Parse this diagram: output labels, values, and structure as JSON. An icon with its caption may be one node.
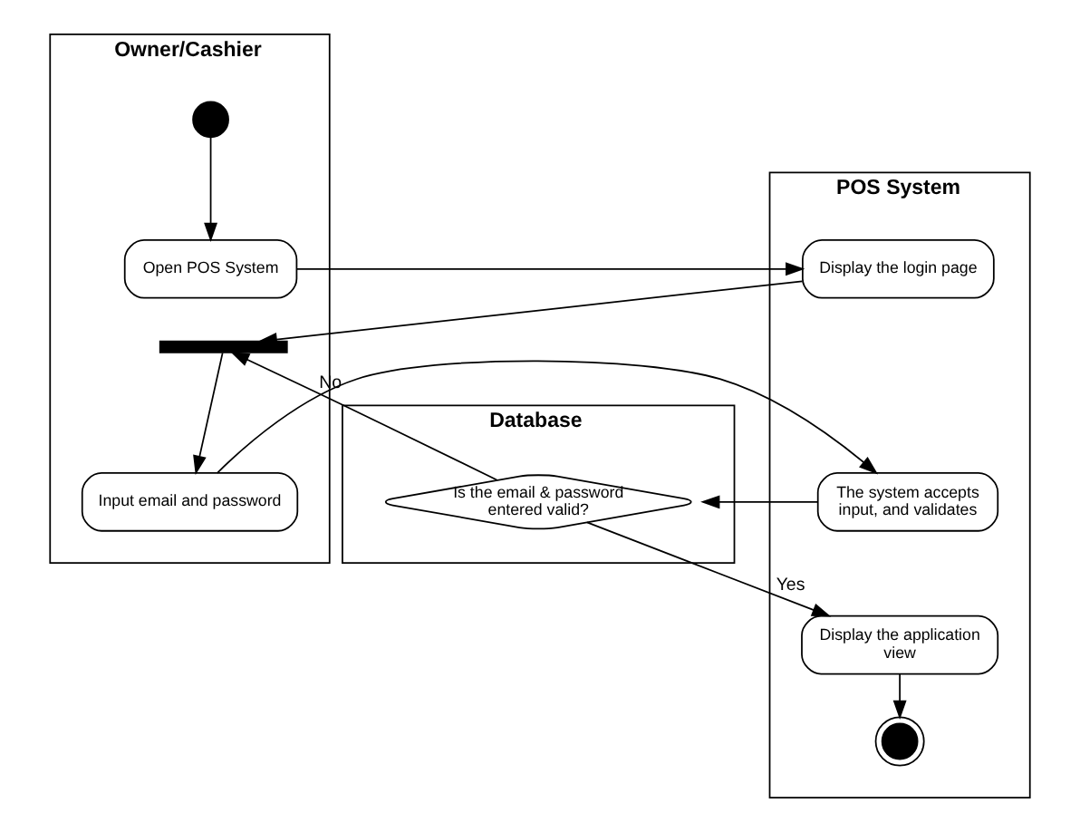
{
  "diagram": {
    "nodes": [
      {
        "text": [
          "Owner/Cashier"
        ]
      },
      {
        "text": [
          "POS System"
        ]
      },
      {
        "text": [
          "Database"
        ]
      },
      {
        "text": [],
        "shape": "circle",
        "in": 0
      },
      {
        "text": [
          "Open POS System"
        ],
        "in": 0
      },
      {
        "text": [
          "Display the login page"
        ],
        "in": 1
      },
      {
        "text": [],
        "shape": "bar",
        "in": 0
      },
      {
        "text": [
          "Input email and password"
        ],
        "in": 0
      },
      {
        "text": [
          "The system accepts input, and validates"
        ],
        "in": 1
      },
      {
        "text": [
          "Is the email & password entered valid?"
        ],
        "in": 2
      },
      {
        "text": [
          "Display the application view"
        ],
        "in": 1
      },
      {
        "text": [],
        "shape": "bullseye",
        "in": 1
      }
    ],
    "edges": [
      {
        "from": 3,
        "to": 4,
        "arrow": "to"
      },
      {
        "from": 4,
        "to": 5,
        "arrow": "to"
      },
      {
        "from": 5,
        "to": 6,
        "arrow": "to"
      },
      {
        "from": 9,
        "to": 6,
        "arrow": "to",
        "label": "No"
      },
      {
        "from": 6,
        "to": 7,
        "arrow": "to"
      },
      {
        "from": 7,
        "to": 8,
        "arrow": "to"
      },
      {
        "from": 8,
        "to": 9,
        "arrow": "to"
      },
      {
        "from": 9,
        "to": 10,
        "arrow": "to",
        "label": "Yes"
      },
      {
        "from": 10,
        "to": 11,
        "arrow": "to"
      }
    ]
  }
}
